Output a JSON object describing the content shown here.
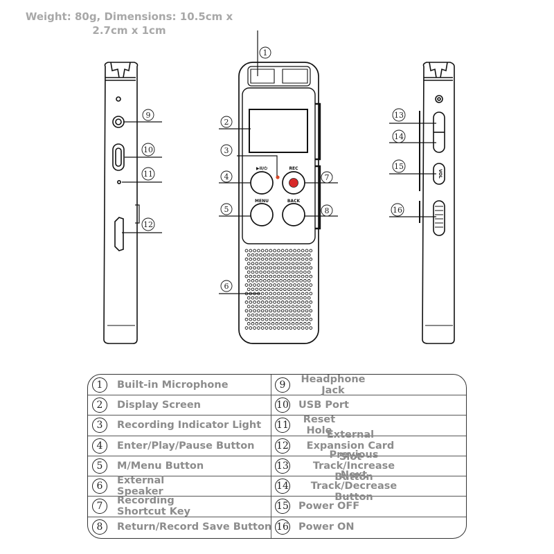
{
  "spec_text": "Weight: 80g, Dimensions: 10.5cm x 2.7cm x 1cm",
  "callouts": [
    "1",
    "2",
    "3",
    "4",
    "5",
    "6",
    "7",
    "8",
    "9",
    "10",
    "11",
    "12",
    "13",
    "14",
    "15",
    "16"
  ],
  "button_labels": {
    "play": "▶II/⏻",
    "rec": "REC",
    "menu": "MENU",
    "back": "BACK",
    "vol": "VOL"
  },
  "legend": {
    "left": [
      {
        "num": "1",
        "label": "Built-in Microphone"
      },
      {
        "num": "2",
        "label": "Display Screen"
      },
      {
        "num": "3",
        "label": "Recording Indicator Light"
      },
      {
        "num": "4",
        "label": "Enter/Play/Pause Button"
      },
      {
        "num": "5",
        "label": "M/Menu Button"
      },
      {
        "num": "6",
        "label": "External Speaker"
      },
      {
        "num": "7",
        "label": "Recording Shortcut Key"
      },
      {
        "num": "8",
        "label": "Return/Record Save Button"
      }
    ],
    "right": [
      {
        "num": "9",
        "label": "Headphone Jack"
      },
      {
        "num": "10",
        "label": "USB Port"
      },
      {
        "num": "11",
        "label": "Reset Hole"
      },
      {
        "num": "12",
        "label": "External Expansion Card Slot"
      },
      {
        "num": "13",
        "label": "Previous Track/Increase Button"
      },
      {
        "num": "14",
        "label": "Next Track/Decrease Button"
      },
      {
        "num": "15",
        "label": "Power OFF"
      },
      {
        "num": "16",
        "label": "Power ON"
      }
    ]
  }
}
